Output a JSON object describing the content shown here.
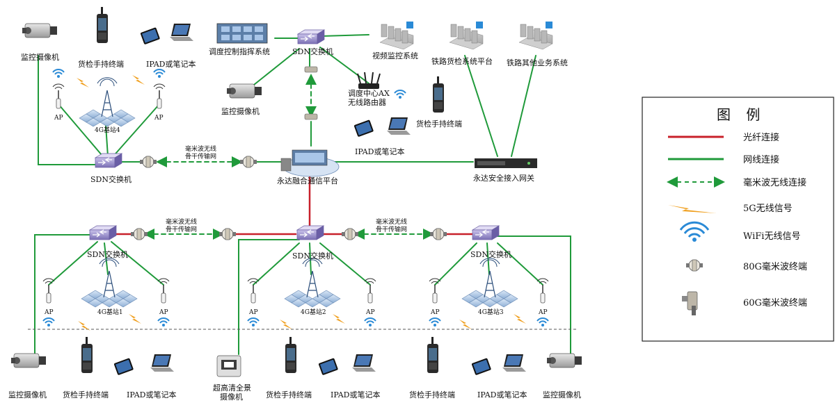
{
  "colors": {
    "fiber": "#c8202a",
    "ethernet": "#1f9a3a",
    "mmwave": "#1f9a3a",
    "signal5g": "#f0a020",
    "wifi": "#2a8ad6",
    "switch": "#8c7fc4",
    "divider": "#555555"
  },
  "legend": {
    "title": "图 例",
    "items": [
      {
        "icon": "fiber-line",
        "label": "光纤连接"
      },
      {
        "icon": "ethernet-line",
        "label": "网线连接"
      },
      {
        "icon": "mmwave-dashed-arrow",
        "label": "毫米波无线连接"
      },
      {
        "icon": "lightning-5g",
        "label": "5G无线信号"
      },
      {
        "icon": "wifi-signal",
        "label": "WiFi无线信号"
      },
      {
        "icon": "mmwave-terminal-80g",
        "label": "80G毫米波终端"
      },
      {
        "icon": "mmwave-terminal-60g",
        "label": "60G毫米波终端"
      }
    ]
  },
  "labels": {
    "camera_tl": "监控摄像机",
    "handheld_tl": "货检手持终端",
    "ipad_tl": "IPAD或笔记本",
    "ap": "AP",
    "bs4": "4G基站4",
    "sdn_left": "SDN交换机",
    "dispatch": "调度控制指挥系统",
    "sdn_top": "SDN交换机",
    "video": "视频监控系统",
    "rail_cargo": "铁路货检系统平台",
    "rail_other": "铁路其他业务系统",
    "camera_center": "监控摄像机",
    "router": "调度中心AX 无线路由器",
    "handheld_center": "货检手持终端",
    "ipad_center": "IPAD或笔记本",
    "platform": "永达融合通信平台",
    "gateway": "永达安全接入网关",
    "mmw_backbone": "毫米波无线 骨干传输网",
    "sdn_b1": "SDN交换机",
    "sdn_b2": "SDN交换机",
    "sdn_b3": "SDN交换机",
    "bs1": "4G基站1",
    "bs2": "4G基站2",
    "bs3": "4G基站3",
    "cam_b1": "监控摄像机",
    "handheld_b1": "货检手持终端",
    "ipad_b1": "IPAD或笔记本",
    "hd_cam": "超高清全景 摄像机",
    "handheld_b2": "货检手持终端",
    "ipad_b2": "IPAD或笔记本",
    "handheld_b3": "货检手持终端",
    "ipad_b3": "IPAD或笔记本",
    "cam_b3": "监控摄像机"
  }
}
